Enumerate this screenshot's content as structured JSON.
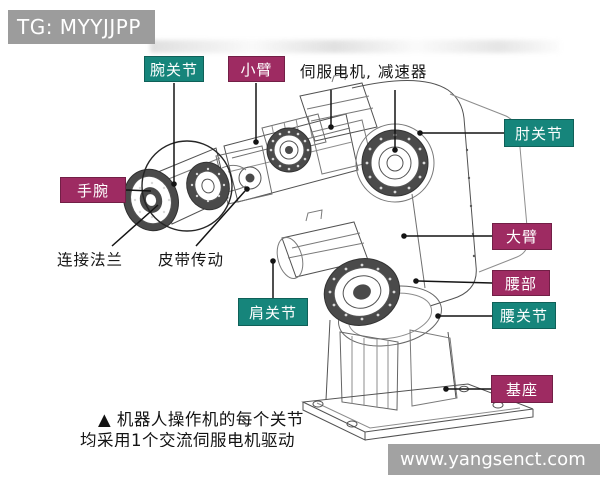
{
  "header": {
    "tag_label": "TG: MYYJJPP"
  },
  "footer": {
    "watermark": "www.yangsenct.com"
  },
  "colors": {
    "teal_label": "#16857B",
    "magenta_label": "#9E2B62",
    "gray_bar": "#9C9C9C",
    "line_ink": "#141414",
    "wireframe": "#525252"
  },
  "diagram": {
    "subject": "industrial-robot-manipulator-anatomy",
    "caption_line1": "▲ 机器人操作机的每个关节",
    "caption_line2": "均采用1个交流伺服电机驱动",
    "labels": [
      {
        "id": "wrist-joint",
        "text": "腕关节",
        "variant": "teal"
      },
      {
        "id": "forearm",
        "text": "小臂",
        "variant": "magenta"
      },
      {
        "id": "servo-motor-reducer",
        "text": "伺服电机, 减速器",
        "variant": "plain"
      },
      {
        "id": "elbow-joint",
        "text": "肘关节",
        "variant": "teal"
      },
      {
        "id": "wrist",
        "text": "手腕",
        "variant": "magenta"
      },
      {
        "id": "upper-arm",
        "text": "大臂",
        "variant": "magenta"
      },
      {
        "id": "waist",
        "text": "腰部",
        "variant": "magenta"
      },
      {
        "id": "waist-joint",
        "text": "腰关节",
        "variant": "teal"
      },
      {
        "id": "shoulder-joint",
        "text": "肩关节",
        "variant": "teal"
      },
      {
        "id": "base",
        "text": "基座",
        "variant": "magenta"
      },
      {
        "id": "connecting-flange",
        "text": "连接法兰",
        "variant": "plain"
      },
      {
        "id": "belt-drive",
        "text": "皮带传动",
        "variant": "plain"
      }
    ]
  }
}
